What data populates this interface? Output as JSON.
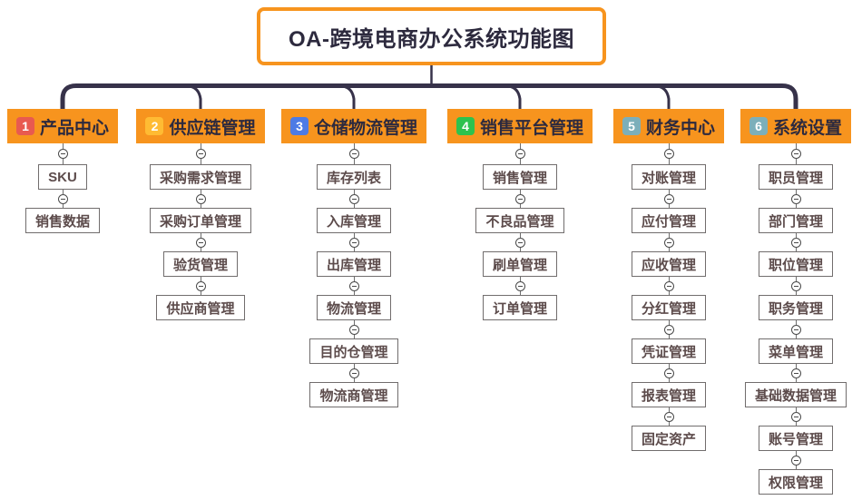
{
  "title": "OA-跨境电商办公系统功能图",
  "colors": {
    "header_bg": "#f7941e",
    "title_border": "#f7941e",
    "connector_line": "#37324a",
    "header_text": "#2d2a3e",
    "item_text": "#5c4b4b"
  },
  "branches": [
    {
      "num": "1",
      "label": "产品中心",
      "badge_color": "#e85a50",
      "items": [
        "SKU",
        "销售数据"
      ]
    },
    {
      "num": "2",
      "label": "供应链管理",
      "badge_color": "#ffbb33",
      "items": [
        "采购需求管理",
        "采购订单管理",
        "验货管理",
        "供应商管理"
      ]
    },
    {
      "num": "3",
      "label": "仓储物流管理",
      "badge_color": "#4d7be5",
      "items": [
        "库存列表",
        "入库管理",
        "出库管理",
        "物流管理",
        "目的仓管理",
        "物流商管理"
      ]
    },
    {
      "num": "4",
      "label": "销售平台管理",
      "badge_color": "#2dc24e",
      "items": [
        "销售管理",
        "不良品管理",
        "刷单管理",
        "订单管理"
      ]
    },
    {
      "num": "5",
      "label": "财务中心",
      "badge_color": "#7cafba",
      "items": [
        "对账管理",
        "应付管理",
        "应收管理",
        "分红管理",
        "凭证管理",
        "报表管理",
        "固定资产"
      ]
    },
    {
      "num": "6",
      "label": "系统设置",
      "badge_color": "#7cafba",
      "items": [
        "职员管理",
        "部门管理",
        "职位管理",
        "职务管理",
        "菜单管理",
        "基础数据管理",
        "账号管理",
        "权限管理"
      ]
    }
  ]
}
